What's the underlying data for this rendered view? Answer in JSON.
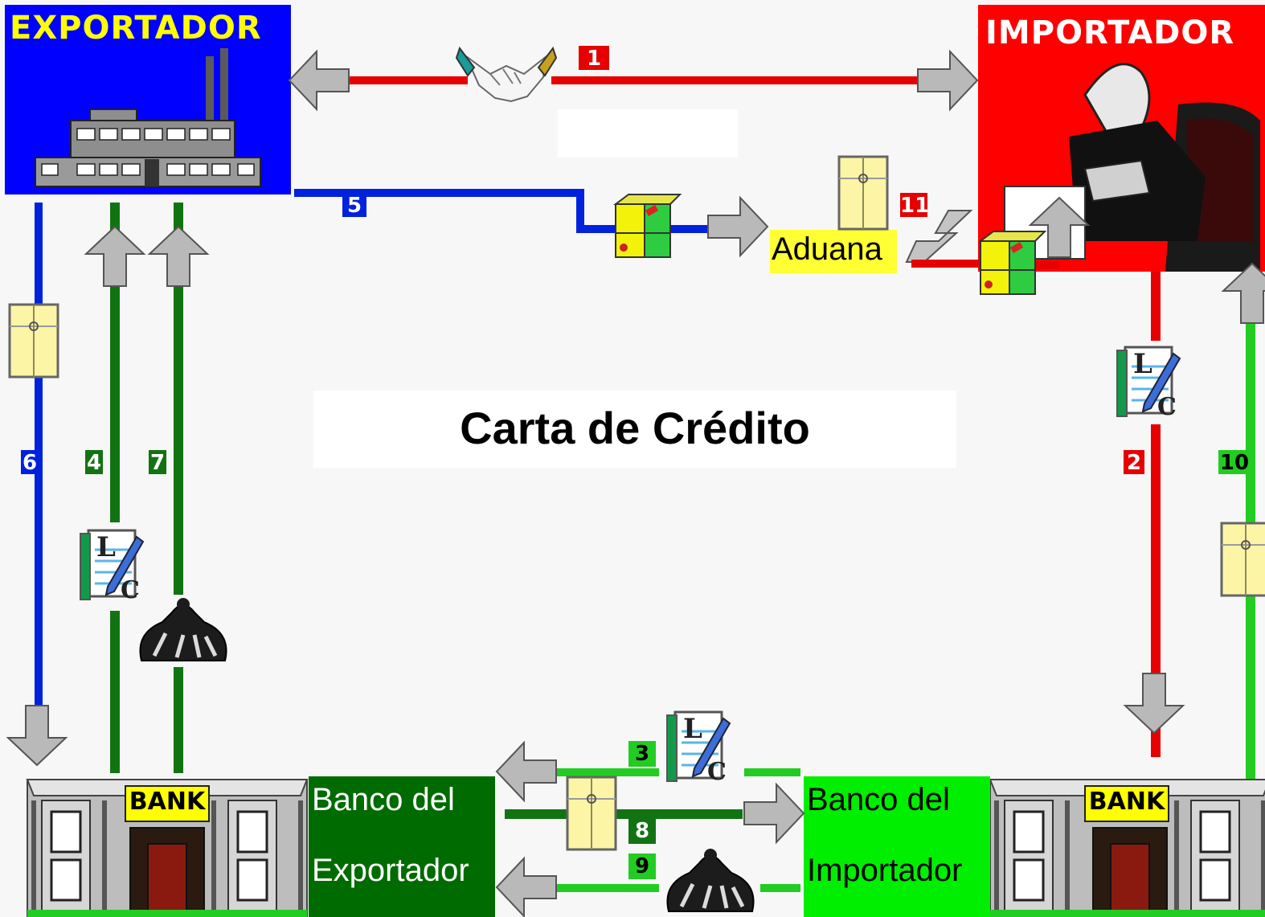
{
  "title": "Carta de Crédito",
  "colors": {
    "exporter_bg": "#0000ff",
    "importer_bg": "#ff0000",
    "bank_exporter_bg": "#006b00",
    "bank_importer_bg": "#00ee00",
    "line_red": "#e60000",
    "line_blue": "#0022dd",
    "line_dark_green": "#127312",
    "line_green": "#22cc22",
    "arrow_gray": "#b8b8b8",
    "title_yellow": "#ffff00",
    "aduana_bg": "#ffff33"
  },
  "exporter": {
    "label": "EXPORTADOR",
    "icon": "factory-icon"
  },
  "importer": {
    "label": "IMPORTADOR",
    "icon": "businessman-icon"
  },
  "customs": {
    "label": "Aduana"
  },
  "bank_exporter": {
    "line1": "Banco del",
    "line2": "Exportador",
    "sign": "BANK",
    "icon": "bank-building-icon"
  },
  "bank_importer": {
    "line1": "Banco del",
    "line2": "Importador",
    "sign": "BANK",
    "icon": "bank-building-icon"
  },
  "steps": {
    "s1": "1",
    "s2": "2",
    "s3": "3",
    "s4": "4",
    "s5": "5",
    "s6": "6",
    "s7": "7",
    "s8": "8",
    "s9": "9",
    "s10": "10",
    "s11": "11"
  },
  "icons": {
    "handshake": "handshake-icon",
    "letter_of_credit": "letter-of-credit-icon",
    "envelope": "document-envelope-icon",
    "package": "cargo-package-icon",
    "money_bag": "money-bag-icon"
  }
}
